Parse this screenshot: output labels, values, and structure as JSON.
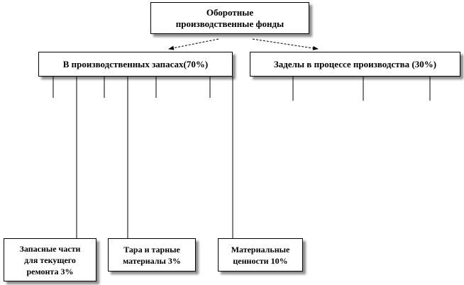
{
  "diagram": {
    "top_box": {
      "line1": "Оборотные",
      "line2": "производственные фонды"
    },
    "left_box": {
      "label": "В производственных запасах(70%)"
    },
    "right_box": {
      "label": "Заделы в процессе производства (30%)"
    },
    "leaves": {
      "spare_parts": {
        "line1": "Запасные части",
        "line2": "для текущего",
        "line3": "ремонта 3%"
      },
      "tara": {
        "line1": "Тара и тарные",
        "line2": "материалы 3%"
      },
      "materials": {
        "line1": "Материальные",
        "line2": "ценности 10%"
      }
    },
    "colors": {
      "line": "#000000",
      "box_border": "#000000",
      "shadow": "#000000"
    }
  }
}
